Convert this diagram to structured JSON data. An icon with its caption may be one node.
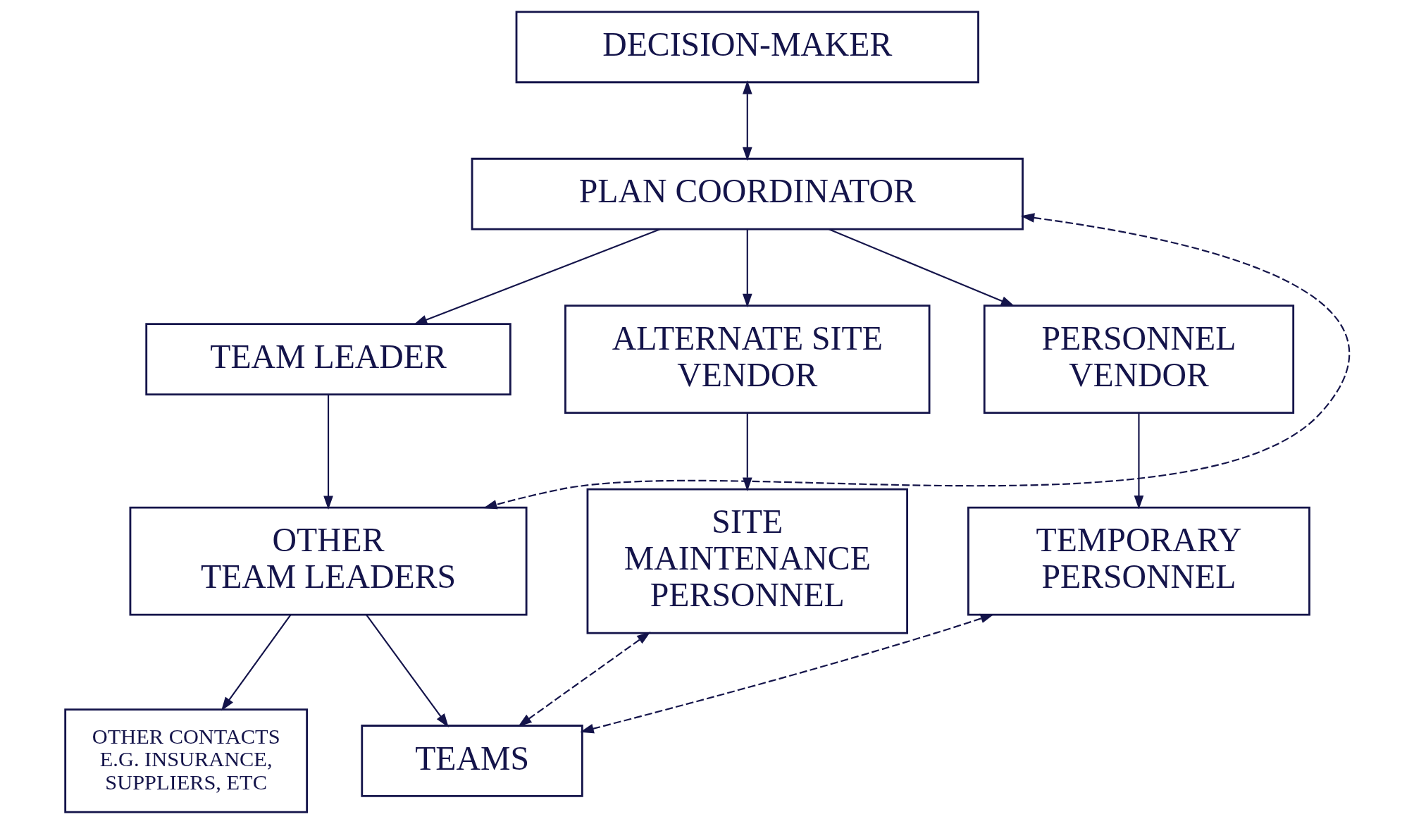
{
  "diagram": {
    "nodes": [
      {
        "text": [
          "DECISION-MAKER"
        ]
      },
      {
        "text": [
          "PLAN COORDINATOR"
        ]
      },
      {
        "text": [
          "TEAM LEADER"
        ]
      },
      {
        "text": [
          "ALTERNATE SITE VENDOR"
        ]
      },
      {
        "text": [
          "PERSONNEL VENDOR"
        ]
      },
      {
        "text": [
          "OTHER TEAM LEADERS"
        ]
      },
      {
        "text": [
          "SITE MAINTENANCE PERSONNEL"
        ]
      },
      {
        "text": [
          "TEMPORARY PERSONNEL"
        ]
      },
      {
        "text": [
          "OTHER CONTACTS E.G. INSURANCE, SUPPLIERS, ETC"
        ]
      },
      {
        "text": [
          "TEAMS"
        ]
      }
    ],
    "edges": [
      {
        "from": 0,
        "to": 1,
        "arrow": "both"
      },
      {
        "from": 1,
        "to": 2,
        "arrow": "to"
      },
      {
        "from": 1,
        "to": 3,
        "arrow": "to"
      },
      {
        "from": 1,
        "to": 4,
        "arrow": "to"
      },
      {
        "from": 2,
        "to": 5,
        "arrow": "to"
      },
      {
        "from": 1,
        "to": 5,
        "arrow": "both",
        "style": "dashed"
      },
      {
        "from": 3,
        "to": 6,
        "arrow": "to"
      },
      {
        "from": 4,
        "to": 7,
        "arrow": "to"
      },
      {
        "from": 5,
        "to": 8,
        "arrow": "to"
      },
      {
        "from": 5,
        "to": 9,
        "arrow": "to"
      },
      {
        "from": 9,
        "to": 6,
        "arrow": "both",
        "style": "dashed"
      },
      {
        "from": 9,
        "to": 7,
        "arrow": "both",
        "style": "dashed"
      }
    ]
  }
}
